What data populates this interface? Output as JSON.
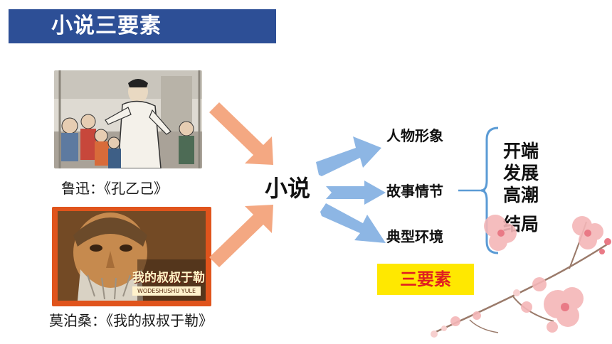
{
  "title": "小说三要素",
  "images": {
    "kongyiji": {
      "caption": "鲁迅：《孔乙己》"
    },
    "uncle": {
      "caption": "莫泊桑：《我的叔叔于勒》",
      "cover_title": "我的叔叔于勒",
      "cover_pinyin": "WODESHUSHU YULE"
    }
  },
  "center": {
    "label": "小说"
  },
  "elements": [
    {
      "label": "人物形象"
    },
    {
      "label": "故事情节"
    },
    {
      "label": "典型环境"
    }
  ],
  "plot_stages": [
    "开端",
    "发展",
    "高潮",
    "结局"
  ],
  "summary_badge": "三要素",
  "colors": {
    "title_bg": "#2d4f96",
    "arrow_orange": "#f4a882",
    "arrow_blue": "#8db6e4",
    "bracket": "#5b9bd5",
    "badge_bg": "#ffe800",
    "badge_text": "#e02020"
  },
  "icons": [
    "orange-arrow-icon",
    "blue-arrow-icon",
    "brace-icon",
    "blossom-branch-icon"
  ]
}
